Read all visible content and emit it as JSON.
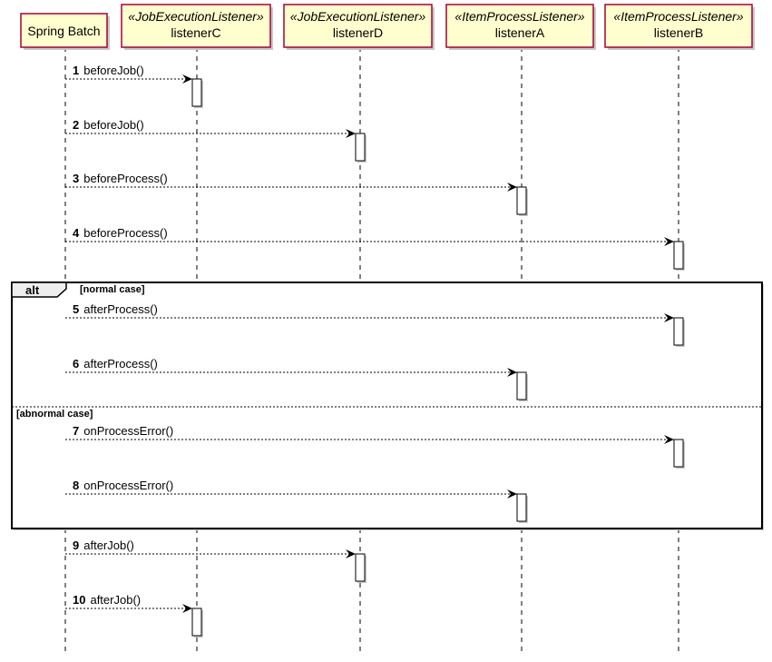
{
  "colors": {
    "participant_fill": "#fefece",
    "participant_border": "#a80036",
    "line": "#000000",
    "activation_fill": "#ffffff"
  },
  "participants": [
    {
      "id": "springbatch",
      "name": "Spring Batch",
      "stereotype": ""
    },
    {
      "id": "listenerC",
      "name": "listenerC",
      "stereotype": "«JobExecutionListener»"
    },
    {
      "id": "listenerD",
      "name": "listenerD",
      "stereotype": "«JobExecutionListener»"
    },
    {
      "id": "listenerA",
      "name": "listenerA",
      "stereotype": "«ItemProcessListener»"
    },
    {
      "id": "listenerB",
      "name": "listenerB",
      "stereotype": "«ItemProcessListener»"
    }
  ],
  "messages": [
    {
      "num": "1",
      "label": "beforeJob()",
      "from": "springbatch",
      "to": "listenerC"
    },
    {
      "num": "2",
      "label": "beforeJob()",
      "from": "springbatch",
      "to": "listenerD"
    },
    {
      "num": "3",
      "label": "beforeProcess()",
      "from": "springbatch",
      "to": "listenerA"
    },
    {
      "num": "4",
      "label": "beforeProcess()",
      "from": "springbatch",
      "to": "listenerB"
    },
    {
      "num": "5",
      "label": "afterProcess()",
      "from": "springbatch",
      "to": "listenerB"
    },
    {
      "num": "6",
      "label": "afterProcess()",
      "from": "springbatch",
      "to": "listenerA"
    },
    {
      "num": "7",
      "label": "onProcessError()",
      "from": "springbatch",
      "to": "listenerB"
    },
    {
      "num": "8",
      "label": "onProcessError()",
      "from": "springbatch",
      "to": "listenerA"
    },
    {
      "num": "9",
      "label": "afterJob()",
      "from": "springbatch",
      "to": "listenerD"
    },
    {
      "num": "10",
      "label": "afterJob()",
      "from": "springbatch",
      "to": "listenerC"
    }
  ],
  "frame": {
    "keyword": "alt",
    "guard_1": "[normal case]",
    "guard_2": "[abnormal case]"
  }
}
